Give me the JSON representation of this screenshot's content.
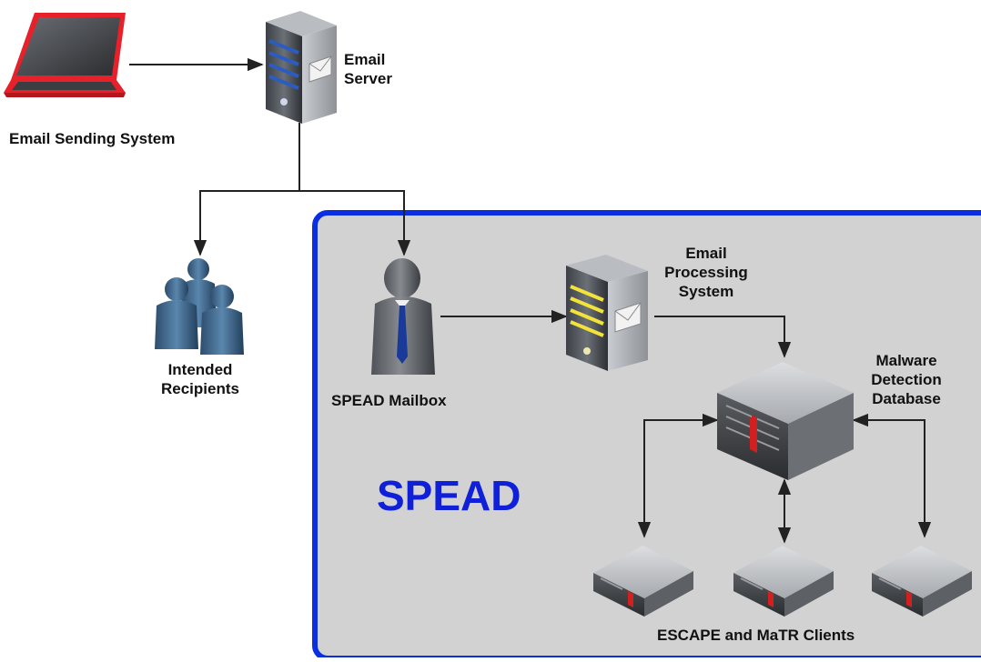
{
  "labels": {
    "sender": "Email Sending System",
    "server_line1": "Email",
    "server_line2": "Server",
    "recipients_line1": "Intended",
    "recipients_line2": "Recipients",
    "mailbox": "SPEAD Mailbox",
    "processing_line1": "Email",
    "processing_line2": "Processing",
    "processing_line3": "System",
    "malware_line1": "Malware",
    "malware_line2": "Detection",
    "malware_line3": "Database",
    "clients": "ESCAPE and MaTR Clients",
    "region": "SPEAD"
  },
  "icons": {
    "sender": "laptop-icon",
    "server": "email-server-icon",
    "recipients": "people-group-icon",
    "mailbox": "person-icon",
    "processing": "email-server-icon",
    "database": "database-server-icon",
    "client": "rack-server-icon"
  },
  "colors": {
    "region_fill": "#d2d2d2",
    "region_border": "#0a2fe0",
    "region_label": "#1020d8",
    "laptop_accent": "#e8202a",
    "processing_stripes": "#f2e23a",
    "server_stripes": "#2a5dbf",
    "tie": "#1a3a9a"
  }
}
